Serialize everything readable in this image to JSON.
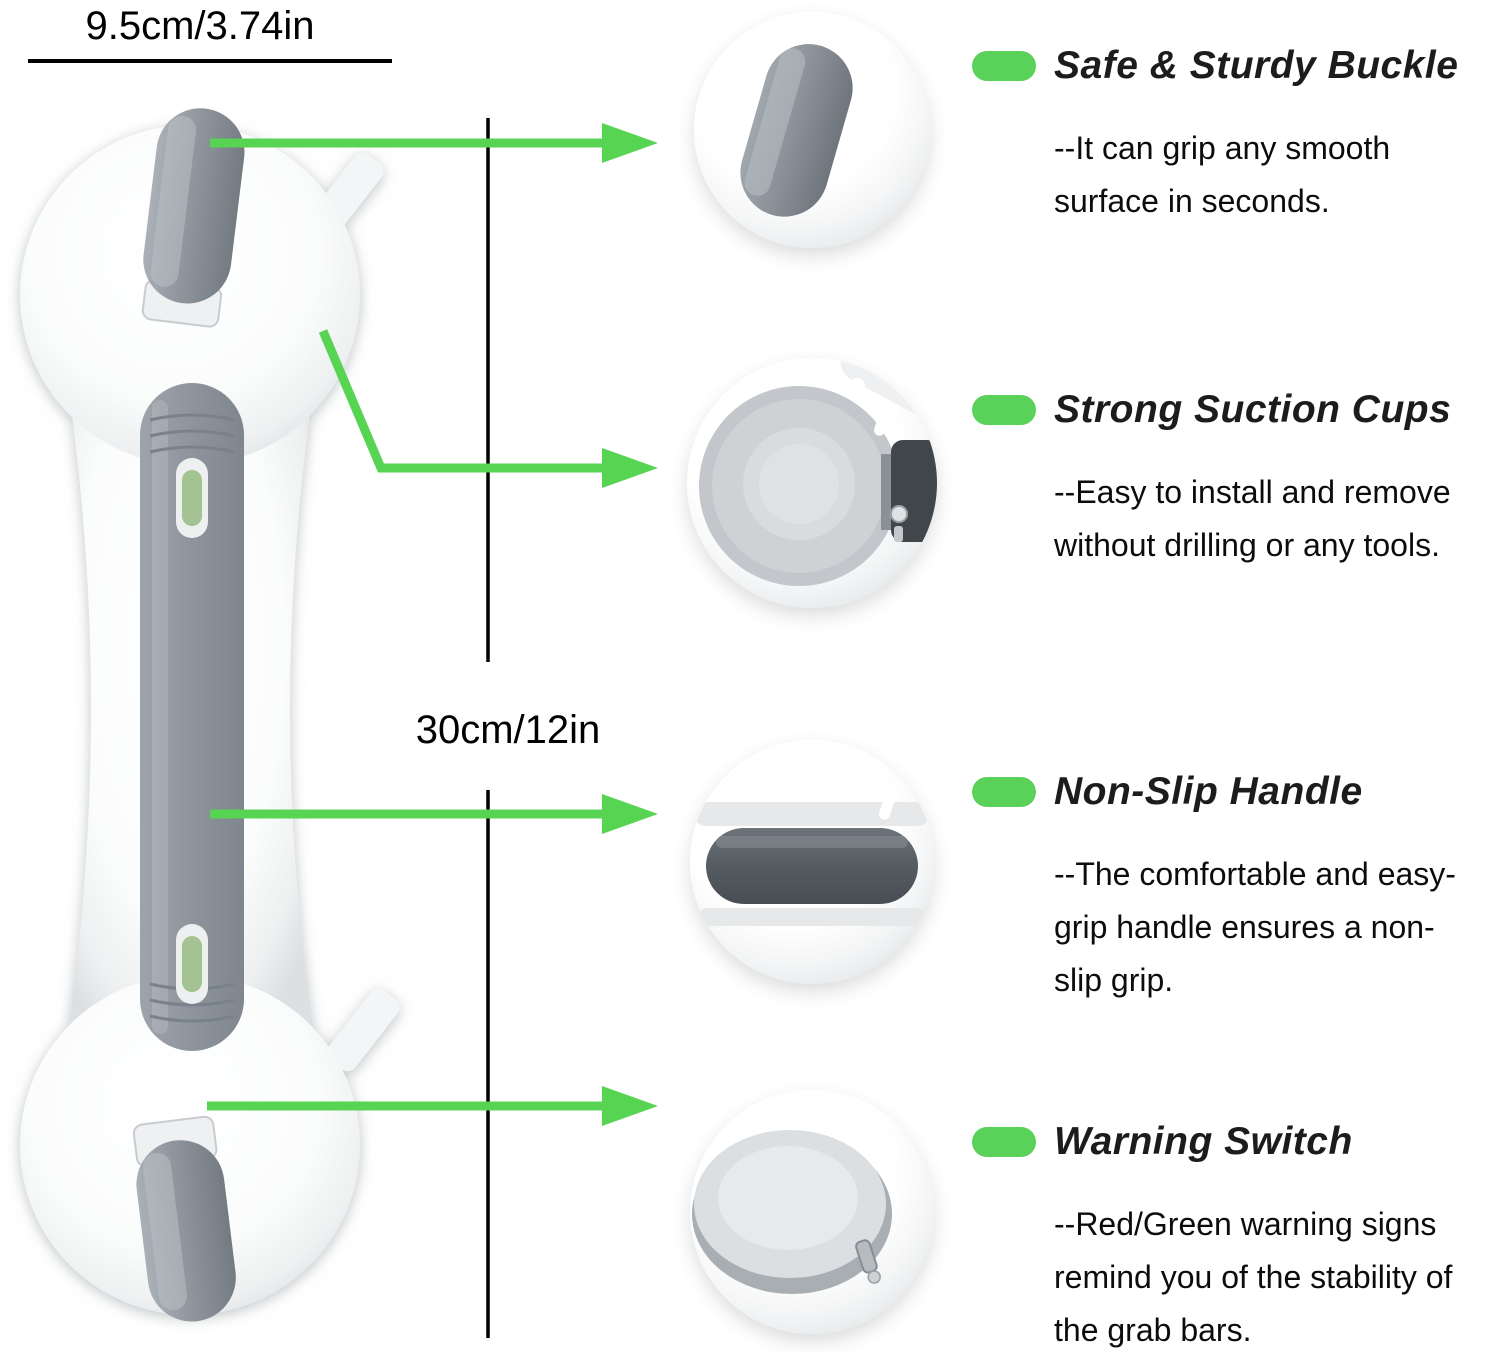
{
  "colors": {
    "accent_green": "#57d452",
    "pill_green": "#5ad159",
    "line_black": "#000000",
    "product_gray": "#8c939a",
    "handle_dark_gray": "#4d5359"
  },
  "icons": {
    "bullet": "green-pill",
    "callout": "green-right-arrow"
  },
  "dimensions": {
    "width_label": "9.5cm/3.74in",
    "height_label": "30cm/12in"
  },
  "features": [
    {
      "title": "Safe & Sturdy Buckle",
      "description": "--It can grip any smooth surface in seconds."
    },
    {
      "title": "Strong Suction Cups",
      "description": "--Easy to install and remove without drilling or any tools."
    },
    {
      "title": "Non-Slip Handle",
      "description": "--The comfortable and easy-grip handle ensures a non-slip grip."
    },
    {
      "title": "Warning Switch",
      "description": "--Red/Green warning signs remind you of the stability of the grab bars."
    }
  ]
}
